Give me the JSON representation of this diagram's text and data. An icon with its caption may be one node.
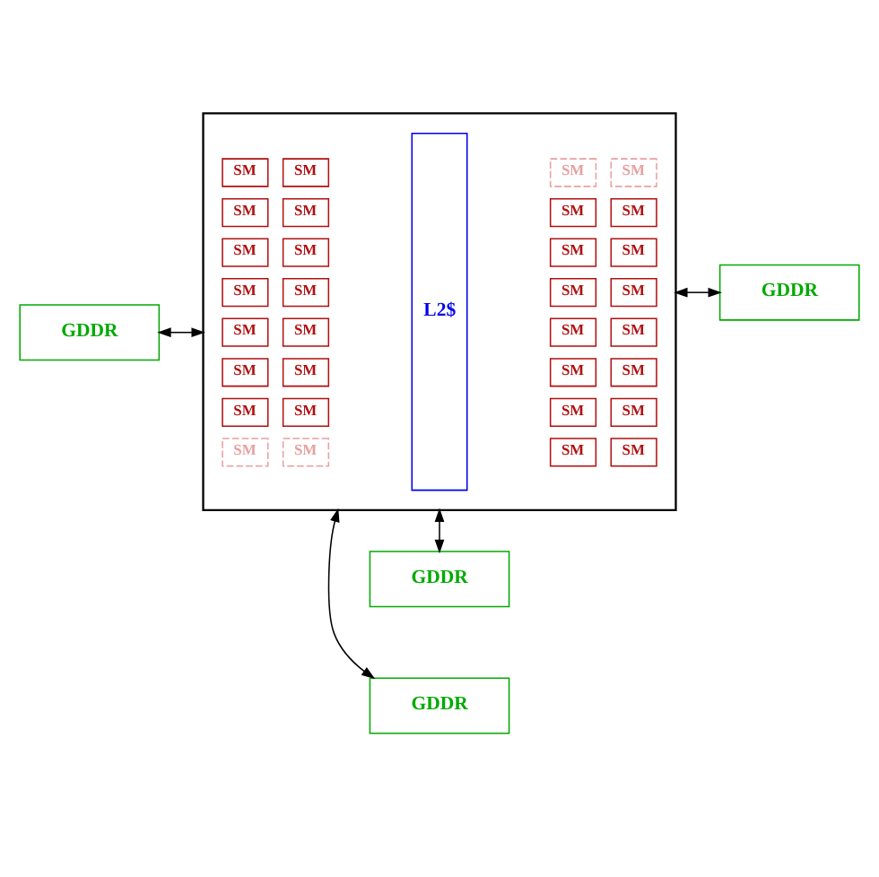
{
  "diagram": {
    "nodes": [
      {
        "text": [
          "GDDR"
        ]
      },
      {
        "text": [
          "GDDR"
        ]
      },
      {
        "text": [],
        "shape": "box"
      },
      {
        "text": [
          "SM"
        ],
        "in": 2
      },
      {
        "text": [
          "SM"
        ],
        "in": 2
      },
      {
        "text": [
          "L2$"
        ],
        "in": 2
      },
      {
        "text": [
          "SM"
        ],
        "in": 2
      },
      {
        "text": [
          "SM"
        ],
        "in": 2
      },
      {
        "text": [
          "SM"
        ],
        "in": 2
      },
      {
        "text": [
          "SM"
        ],
        "in": 2
      },
      {
        "text": [
          "SM"
        ],
        "in": 2
      },
      {
        "text": [
          "SM"
        ],
        "in": 2
      },
      {
        "text": [
          "SM"
        ],
        "in": 2
      },
      {
        "text": [
          "SM"
        ],
        "in": 2
      },
      {
        "text": [
          "SM"
        ],
        "in": 2
      },
      {
        "text": [
          "SM"
        ],
        "in": 2
      },
      {
        "text": [
          "SM"
        ],
        "in": 2
      },
      {
        "text": [
          "SM"
        ],
        "in": 2
      },
      {
        "text": [
          "SM"
        ],
        "in": 2
      },
      {
        "text": [
          "SM"
        ],
        "in": 2
      },
      {
        "text": [
          "SM"
        ],
        "in": 2
      },
      {
        "text": [
          "SM"
        ],
        "in": 2
      },
      {
        "text": [
          "SM"
        ],
        "in": 2
      },
      {
        "text": [
          "SM"
        ],
        "in": 2
      },
      {
        "text": [
          "SM"
        ],
        "in": 2
      },
      {
        "text": [
          "SM"
        ],
        "in": 2
      },
      {
        "text": [
          "SM"
        ],
        "in": 2
      },
      {
        "text": [
          "SM"
        ],
        "in": 2
      },
      {
        "text": [
          "SM"
        ],
        "in": 2
      },
      {
        "text": [
          "SM"
        ],
        "in": 2
      },
      {
        "text": [
          "SM"
        ],
        "in": 2
      },
      {
        "text": [
          "SM"
        ],
        "in": 2
      },
      {
        "text": [
          "SM"
        ],
        "in": 2
      },
      {
        "text": [
          "SM"
        ],
        "in": 2
      },
      {
        "text": [
          "SM"
        ],
        "in": 2
      },
      {
        "text": [
          "SM"
        ],
        "in": 2
      },
      {
        "text": [
          "GDDR"
        ]
      },
      {
        "text": [
          "GDDR"
        ]
      }
    ],
    "edges": [
      {
        "from": 0,
        "to": 2,
        "arrow": "both"
      },
      {
        "from": 1,
        "to": 2,
        "arrow": "both"
      },
      {
        "from": 36,
        "to": 2,
        "arrow": "both"
      },
      {
        "from": 37,
        "to": 2,
        "arrow": "both"
      }
    ]
  }
}
